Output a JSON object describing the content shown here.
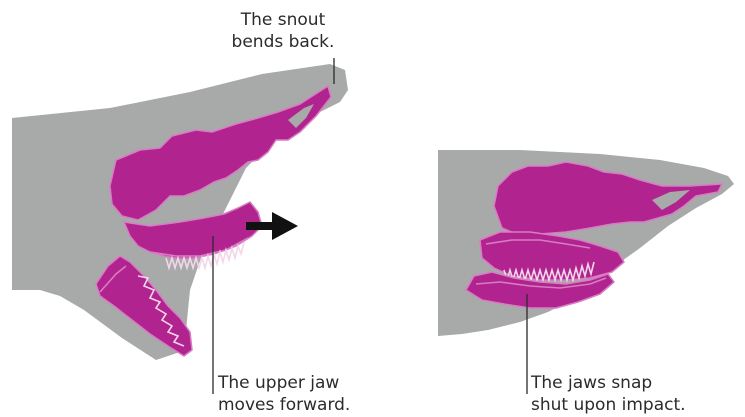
{
  "colors": {
    "skin": "#a8a9a9",
    "jaw": "#b1238f",
    "outline": "#d87cc2",
    "arrow": "#111111",
    "text": "#2b2b2b"
  },
  "labels": {
    "snout": {
      "line1": "The snout",
      "line2": "bends back."
    },
    "upper_jaw": {
      "line1": "The upper jaw",
      "line2": "moves forward."
    },
    "jaws_snap": {
      "line1": "The jaws snap",
      "line2": "shut upon impact."
    }
  }
}
